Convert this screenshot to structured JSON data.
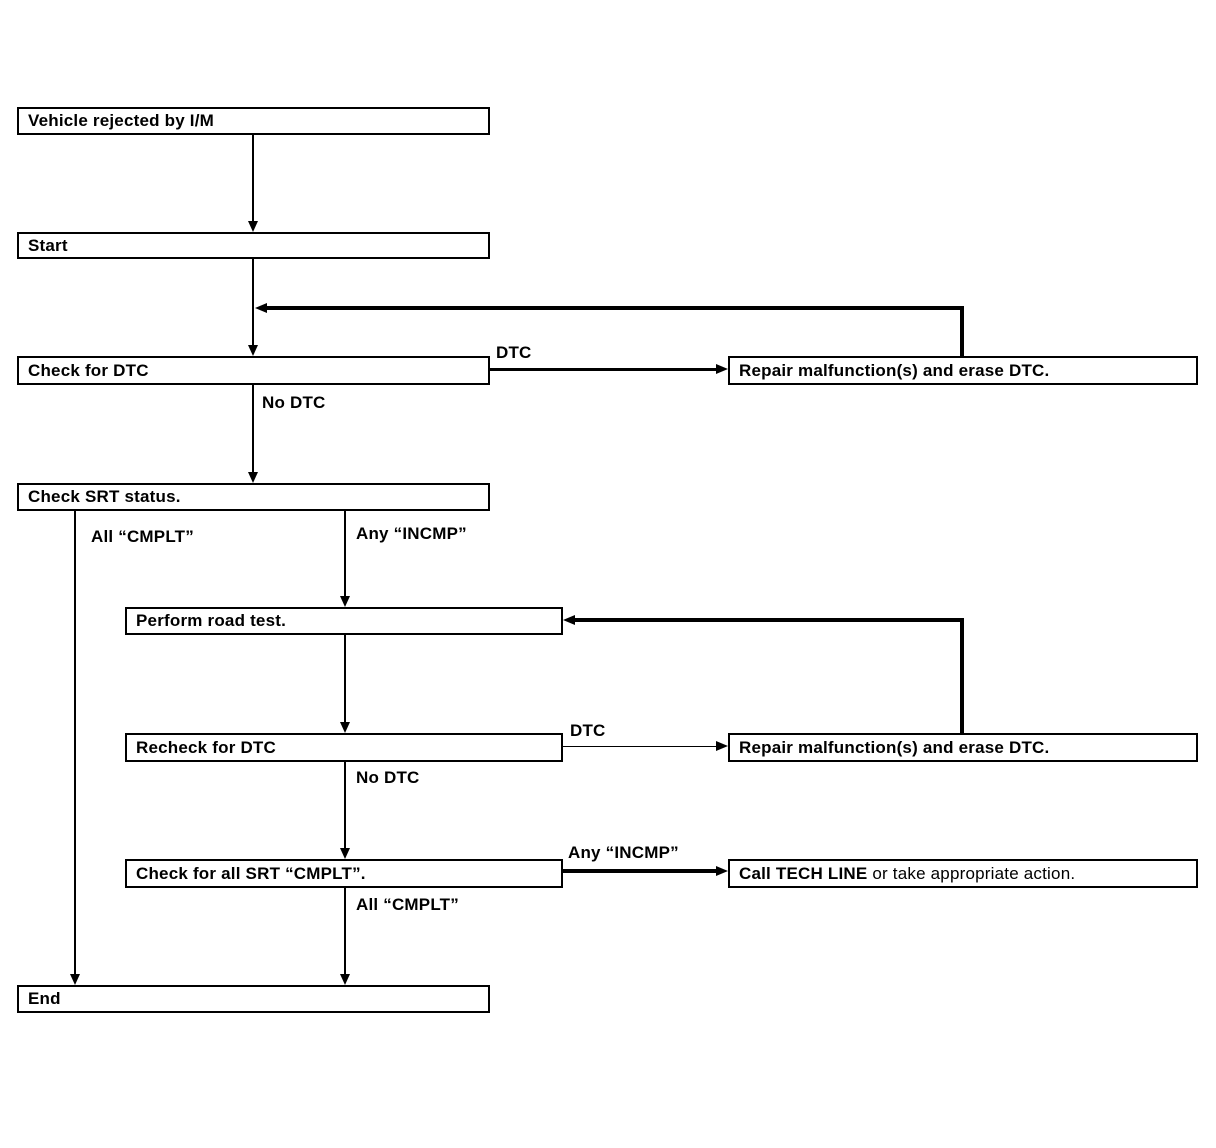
{
  "nodes": {
    "vehicle_rejected": {
      "label": "Vehicle rejected by I/M"
    },
    "start": {
      "label": "Start"
    },
    "check_dtc": {
      "label": "Check for DTC"
    },
    "repair_erase_1": {
      "label": "Repair malfunction(s) and erase DTC."
    },
    "check_srt": {
      "label": "Check SRT status."
    },
    "road_test": {
      "label": "Perform road test."
    },
    "recheck_dtc": {
      "label": "Recheck for DTC"
    },
    "repair_erase_2": {
      "label": "Repair malfunction(s) and erase DTC."
    },
    "check_all_srt": {
      "label": "Check for all SRT “CMPLT”."
    },
    "call_tech_line": {
      "label_emphasis": "Call TECH LINE",
      "label_rest": " or take appropriate action."
    },
    "end": {
      "label": "End"
    }
  },
  "edge_labels": {
    "check_dtc_yes": "DTC",
    "check_dtc_no": "No DTC",
    "srt_all_cmplt": "All “CMPLT”",
    "srt_any_incmp": "Any “INCMP”",
    "recheck_dtc_yes": "DTC",
    "recheck_dtc_no": "No DTC",
    "all_srt_any_incmp": "Any “INCMP”",
    "all_srt_all_cmplt": "All “CMPLT”"
  },
  "colors": {
    "line": "#000000",
    "text": "#000000",
    "background": "#ffffff"
  }
}
